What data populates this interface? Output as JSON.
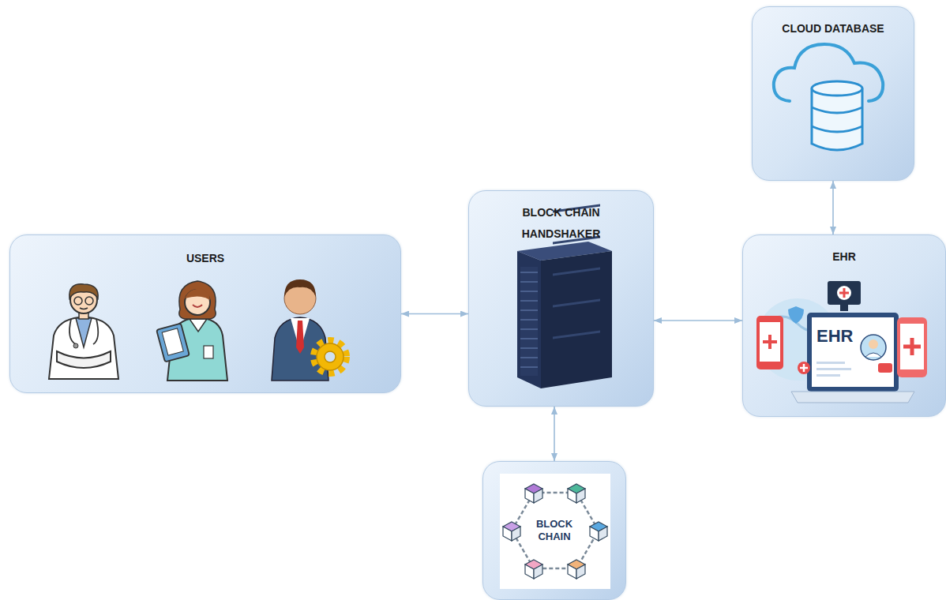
{
  "diagram": {
    "nodes": [
      {
        "text": [
          "CLOUD DATABASE"
        ]
      },
      {
        "text": [
          "USERS"
        ]
      },
      {
        "text": [
          "BLOCK CHAIN HANDSHAKER"
        ]
      },
      {
        "text": [
          "EHR",
          "EHR"
        ]
      },
      {
        "text": [
          "BLOCK CHAIN"
        ]
      }
    ],
    "edges": [
      {
        "from": 1,
        "to": 2,
        "arrow": "both"
      },
      {
        "from": 2,
        "to": 3,
        "arrow": "both"
      },
      {
        "from": 2,
        "to": 4,
        "arrow": "both"
      },
      {
        "from": 3,
        "to": 0,
        "arrow": "both"
      }
    ]
  }
}
